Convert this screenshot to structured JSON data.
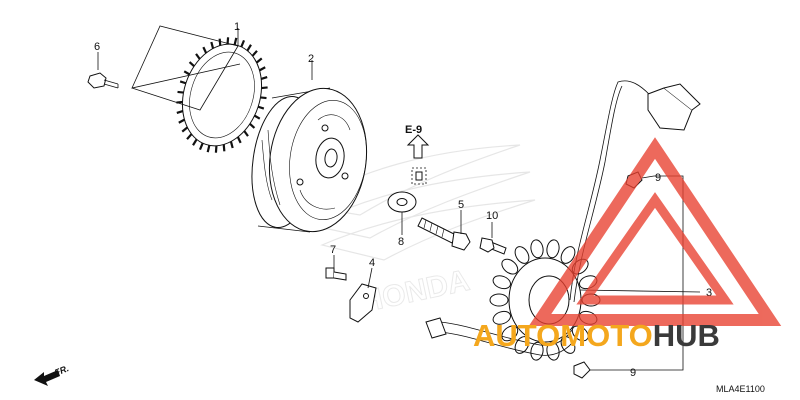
{
  "callouts": {
    "c1": "1",
    "c2": "2",
    "c3": "3",
    "c4": "4",
    "c5": "5",
    "c6": "6",
    "c7": "7",
    "c8": "8",
    "c9a": "9",
    "c9b": "9",
    "c10": "10"
  },
  "reference": "E-9",
  "direction_label": "FR.",
  "diagram_code": "MLA4E1100",
  "background_mark": "HONDA",
  "watermark": {
    "word_a": "AUTO",
    "word_b": "MOTO",
    "word_c": "HUB",
    "color_orange": "#f4a71d",
    "color_dark": "#3a3a3a",
    "color_red": "#e8402f"
  }
}
